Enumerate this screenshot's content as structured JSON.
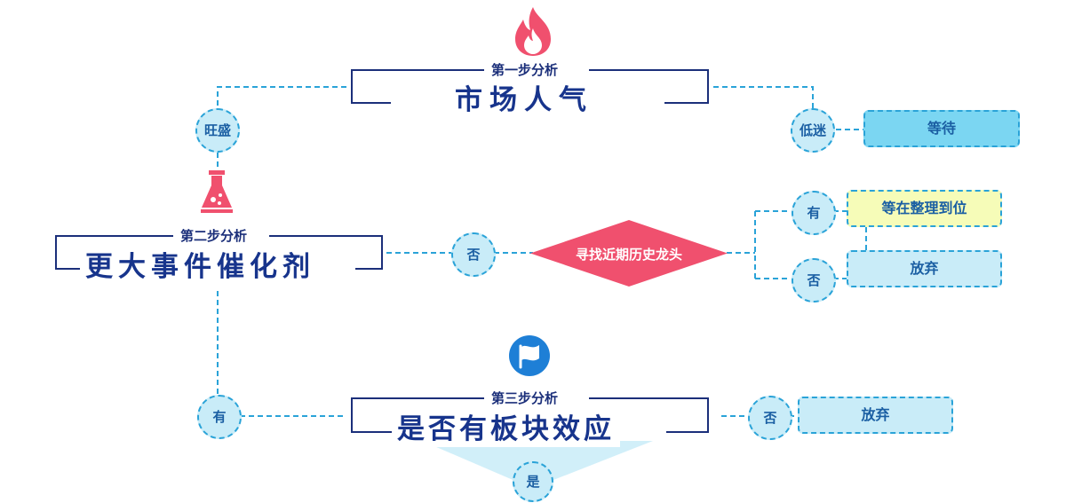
{
  "step1": {
    "label": "第一步分析",
    "title": "市场人气"
  },
  "step2": {
    "label": "第二步分析",
    "title": "更大事件催化剂"
  },
  "step3": {
    "label": "第三步分析",
    "title": "是否有板块效应"
  },
  "nodes": {
    "wangsheng": "旺盛",
    "dimi": "低迷",
    "dengdai": "等待",
    "fou_step2": "否",
    "diamond": "寻找近期历史龙头",
    "you_right": "有",
    "fou_right": "否",
    "zhengli": "等在整理到位",
    "fangqi_right": "放弃",
    "you_left": "有",
    "fou_step3": "否",
    "fangqi_step3": "放弃",
    "shi": "是"
  },
  "colors": {
    "accent_red": "#f0506e",
    "accent_blue": "#1e7fd6",
    "title_navy": "#17348c",
    "dashed_line": "#2aa3d8",
    "bubble_fill": "#c9ecf8"
  },
  "icons": [
    "flame-icon",
    "flask-icon",
    "flag-icon"
  ]
}
